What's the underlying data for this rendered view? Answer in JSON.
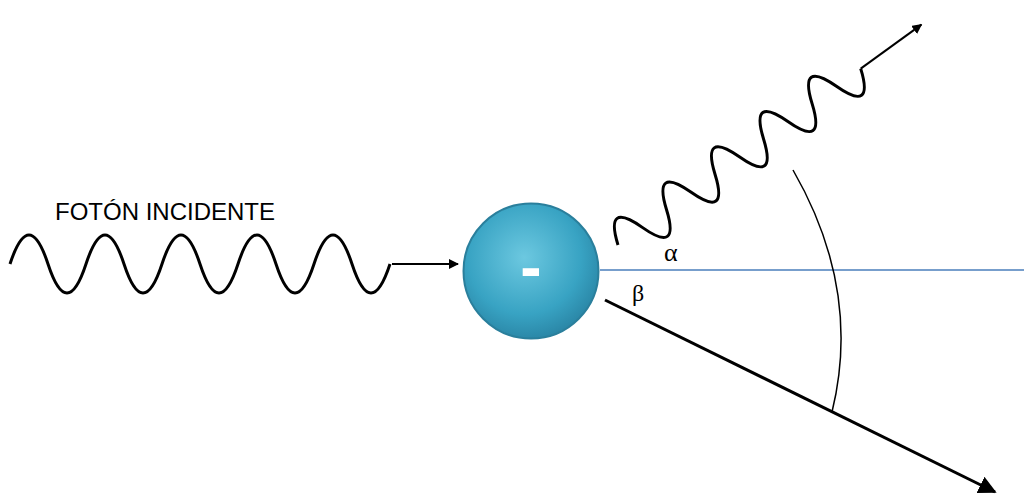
{
  "diagram": {
    "nodes": [
      {
        "text": [
          "-"
        ]
      }
    ],
    "labels": [
      "FOTÓN INCIDENTE",
      "α",
      "β"
    ]
  }
}
